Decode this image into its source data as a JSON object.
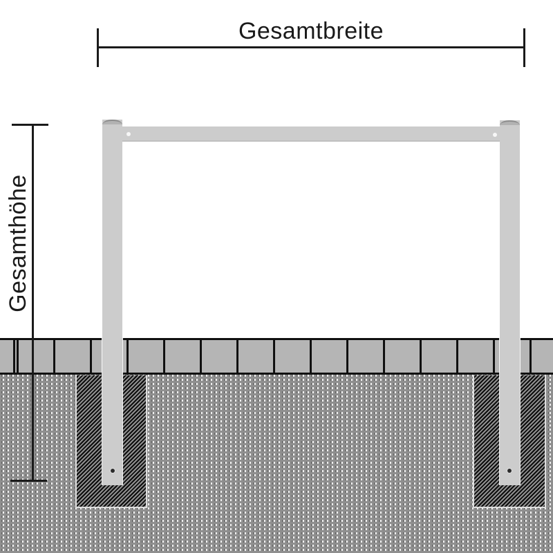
{
  "diagram": {
    "type": "technical-dimension-diagram",
    "subject": "U-shaped barrier frame (two posts with crossbar) mounted through paving into concrete footings in the ground",
    "labels": {
      "width": "Gesamtbreite",
      "height": "Gesamthöhe"
    },
    "colors": {
      "frame": "#cccccc",
      "frame-cap": "#b2b2b2",
      "paving": "#b5b5b5",
      "outline": "#101010",
      "ground-base": "#8f8f8f",
      "ground-dash": "#efefef",
      "ground-line": "#626262",
      "footing-dark": "#0c0c0c",
      "footing-light": "#9a9a9a",
      "dimension": "#1a1a1a"
    }
  }
}
